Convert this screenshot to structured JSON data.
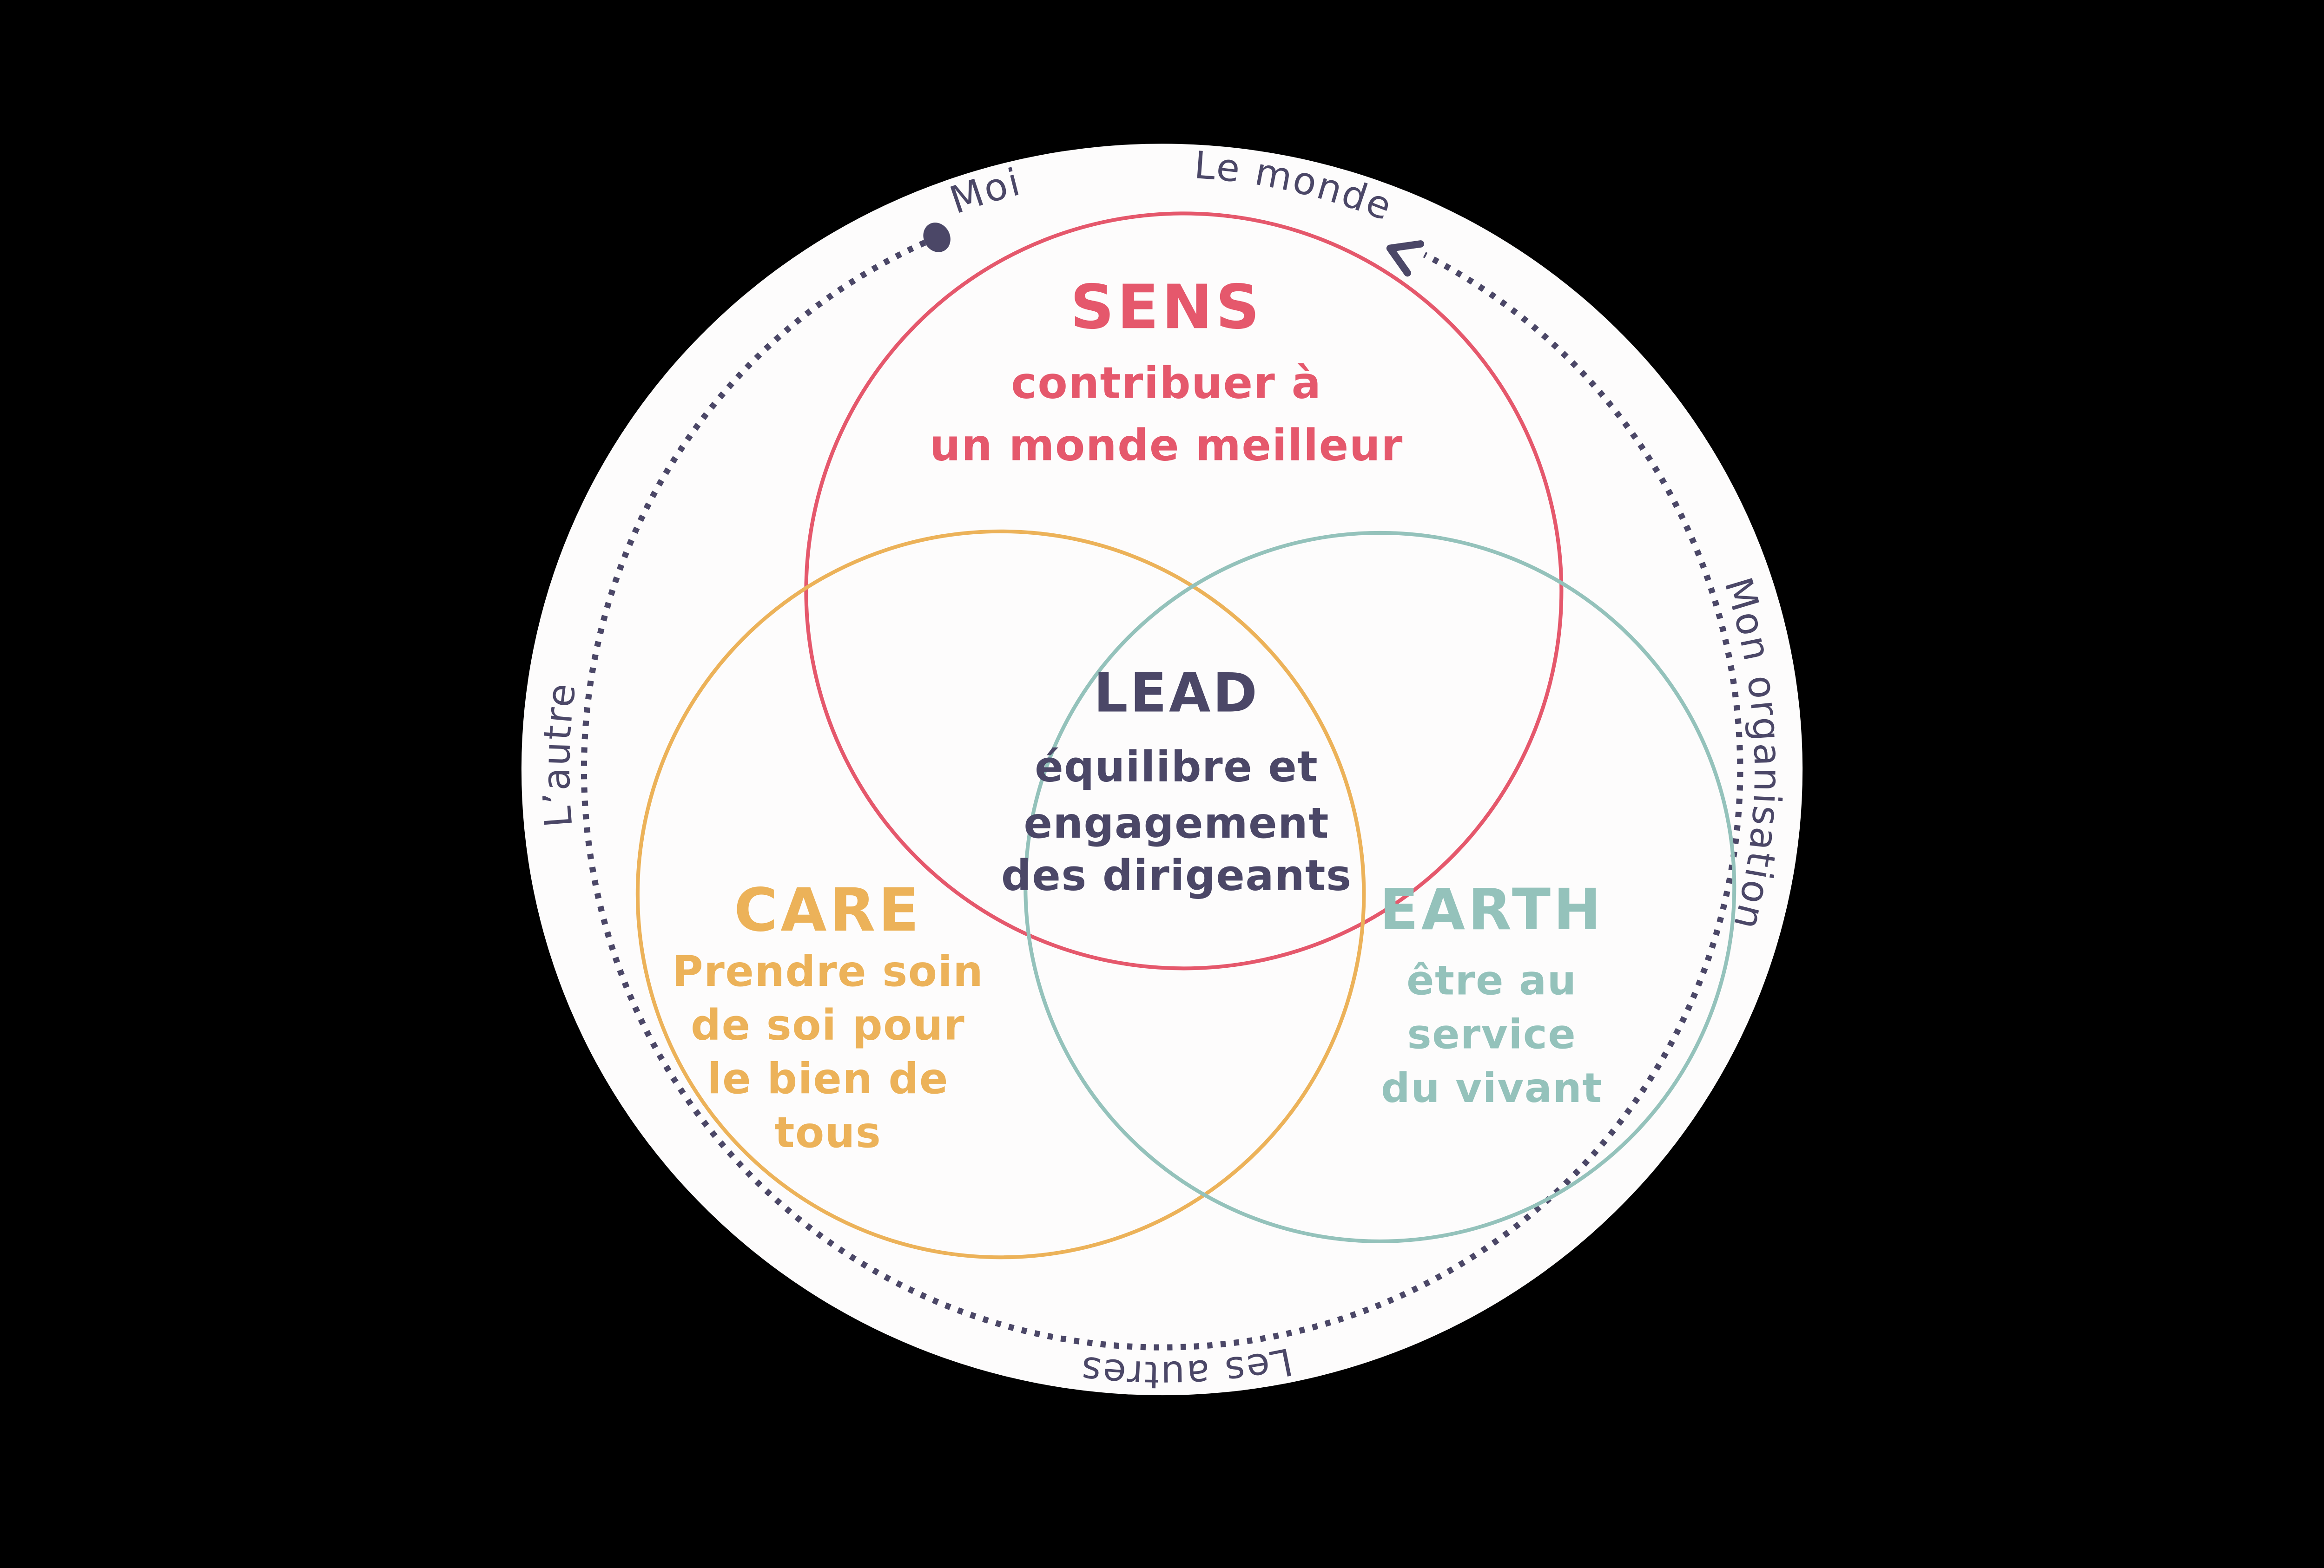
{
  "colors": {
    "background": "#000000",
    "disc": "#fdfcfc",
    "ink": "#4b4767",
    "sens": "#e5586c",
    "care": "#ecb259",
    "earth": "#94c2bb"
  },
  "icons": {
    "orbit_start_dot": "filled-dot",
    "orbit_direction_arrow": "chevron-arrowhead-counterclockwise"
  },
  "outer_ring": {
    "labels": [
      {
        "id": "moi",
        "text": "Moi"
      },
      {
        "id": "le-monde",
        "text": "Le monde"
      },
      {
        "id": "mon-organisation",
        "text": "Mon organisation"
      },
      {
        "id": "les-autres",
        "text": "Les autres"
      },
      {
        "id": "l-autre",
        "text": "L’autre"
      }
    ]
  },
  "venn": {
    "sens": {
      "title": "SENS",
      "lines": [
        "contribuer à",
        "un monde meilleur"
      ]
    },
    "care": {
      "title": "CARE",
      "lines": [
        "Prendre soin",
        "de soi pour",
        "le bien de",
        "tous"
      ]
    },
    "earth": {
      "title": "EARTH",
      "lines": [
        "être au",
        "service",
        "du vivant"
      ]
    },
    "lead": {
      "title": "LEAD",
      "lines": [
        "équilibre et",
        "engagement",
        "des dirigeants"
      ]
    }
  }
}
